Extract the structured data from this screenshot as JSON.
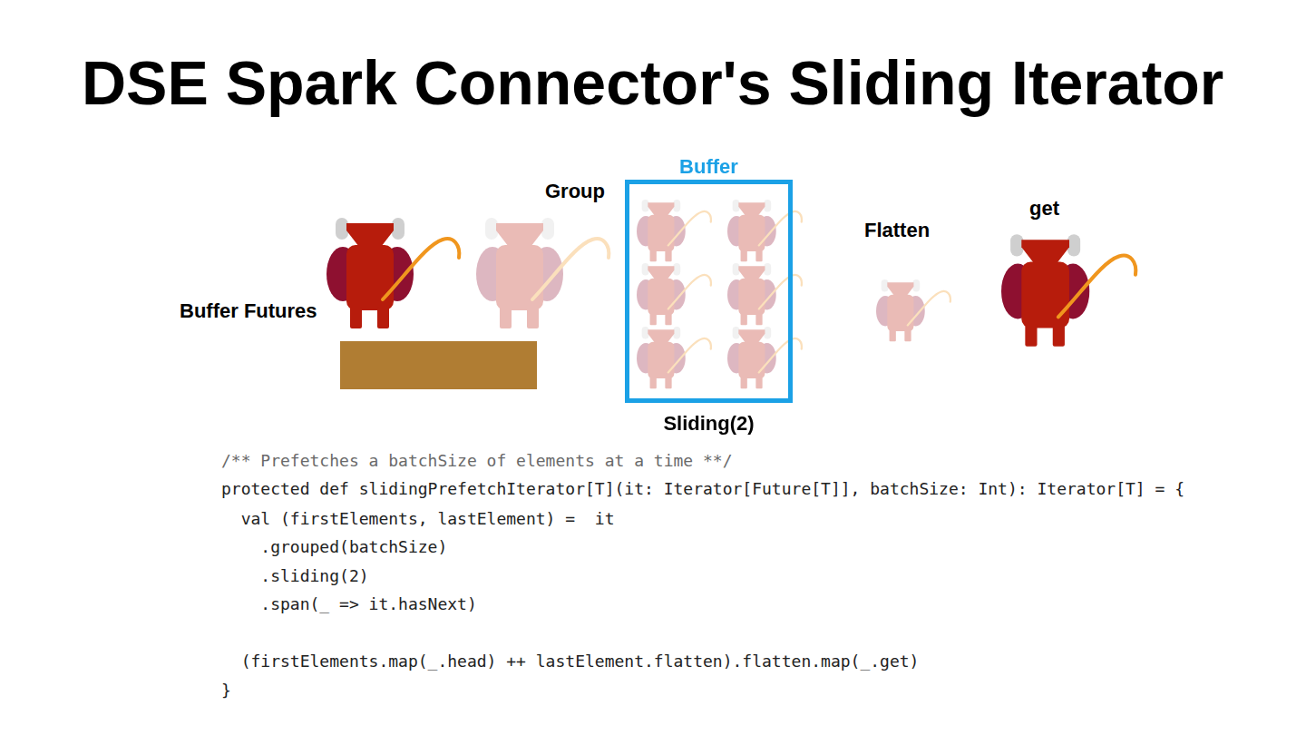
{
  "diagram": {
    "title": "DSE Spark Connector's Sliding Iterator",
    "nodes": [
      {
        "text": [
          "Buffer",
          "Sliding(2)"
        ]
      }
    ],
    "labels": [
      "Group",
      "Buffer Futures",
      "Flatten",
      "get",
      "/** Prefetches a batchSize of elements at a time **/",
      "protected def slidingPrefetchIterator[T](it: Iterator[Future[T]], batchSize: Int): Iterator[T] = {",
      "  val (firstElements, lastElement) =  it",
      "    .grouped(batchSize)",
      "    .sliding(2)",
      "    .span(_ => it.hasNext)",
      "  (firstElements.map(_.head) ++ lastElement.flatten).flatten.map(_.get)",
      "}"
    ]
  }
}
